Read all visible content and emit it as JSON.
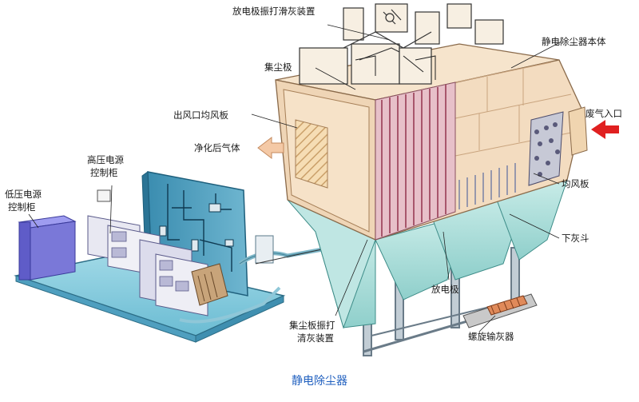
{
  "diagram": {
    "caption": "静电除尘器",
    "labels": {
      "discharge_rapping": "放电极振打滑灰装置",
      "body": "静电除尘器本体",
      "collector_plate": "集尘极",
      "outlet_baffle": "出风口均风板",
      "inlet": "废气入口",
      "clean_gas": "净化后气体",
      "hv_cabinet_l1": "高压电源",
      "hv_cabinet_l2": "控制柜",
      "lv_cabinet_l1": "低压电源",
      "lv_cabinet_l2": "控制柜",
      "distribution_plate": "均风板",
      "hopper": "下灰斗",
      "discharge_electrode": "放电极",
      "plate_rapping_l1": "集尘板振打",
      "plate_rapping_l2": "清灰装置",
      "screw_conveyor": "螺旋输灰器"
    },
    "colors": {
      "caption": "#1f5fbf",
      "inlet_arrow": "#e02020",
      "outlet_arrow": "#f4c9a6",
      "housing": "#f3dcc0",
      "hopper": "#a8dcd8",
      "plates": "#c97b8e",
      "panel": "#3f8fb0",
      "cabinet": "#7a78d8"
    }
  }
}
